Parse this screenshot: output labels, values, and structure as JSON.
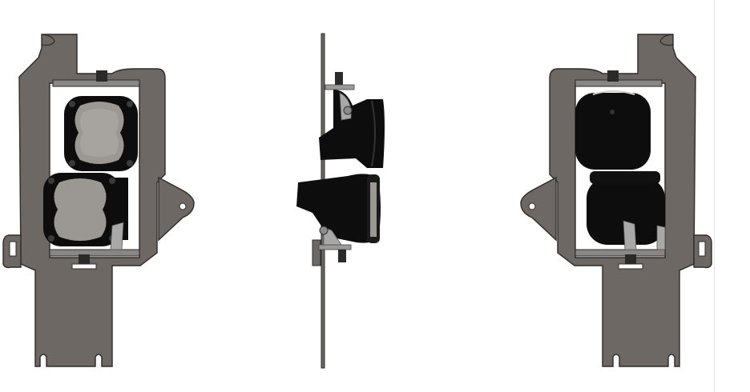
{
  "figure": {
    "views": [
      {
        "id": "front",
        "mirrored": false
      },
      {
        "id": "side"
      },
      {
        "id": "rear",
        "mirrored": true
      }
    ]
  },
  "colors": {
    "background": "#ffffff",
    "bracket_fill": "#6e6865",
    "bracket_edge": "#2e2a28",
    "lens_fill": "#9b9894",
    "lens_dark": "#1a1a1a",
    "housing": "#0d0d0d",
    "bolt_steel": "#a8a8a8",
    "divider": "#e6e6e6"
  }
}
